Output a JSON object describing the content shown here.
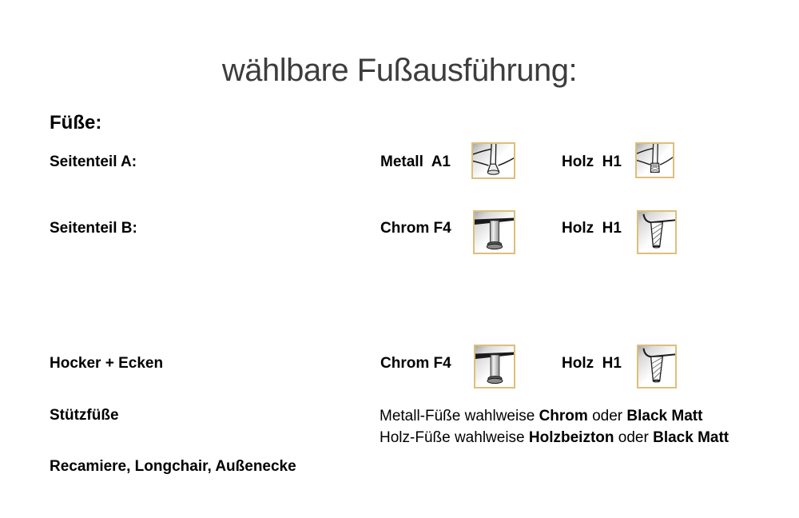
{
  "title": "wählbare Fußausführung:",
  "section_heading": "Füße:",
  "rows": [
    {
      "label_lines": [
        "Seitenteil A:"
      ],
      "options": [
        {
          "name": "Metall  A1",
          "icon": "metal-cone-foot"
        },
        {
          "name": "Holz  H1",
          "icon": "wood-block-foot"
        }
      ]
    },
    {
      "label_lines": [
        "Seitenteil B:"
      ],
      "options": [
        {
          "name": "Chrom F4",
          "icon": "chrome-cylinder-foot"
        },
        {
          "name": "Holz  H1",
          "icon": "wood-tapered-foot"
        }
      ]
    },
    {
      "label_lines": [
        "Hocker + Ecken",
        "Stützfüße",
        "Recamiere, Longchair, Außenecke"
      ],
      "options": [
        {
          "name": "Chrom F4",
          "icon": "chrome-cylinder-foot"
        },
        {
          "name": "Holz  H1",
          "icon": "wood-tapered-foot"
        }
      ]
    }
  ],
  "notes": {
    "line1": {
      "t1": "Metall-Füße wahlweise ",
      "b1": "Chrom",
      "t2": " oder ",
      "b2": "Black Matt"
    },
    "line2": {
      "t1": "Holz-Füße wahlweise ",
      "b1": "Holzbeizton",
      "t2": " oder ",
      "b2": "Black Matt"
    }
  },
  "colors": {
    "frame_border": "#ddbf7a",
    "title_text": "#3d3d3d",
    "body_text": "#000000",
    "background": "#ffffff"
  }
}
